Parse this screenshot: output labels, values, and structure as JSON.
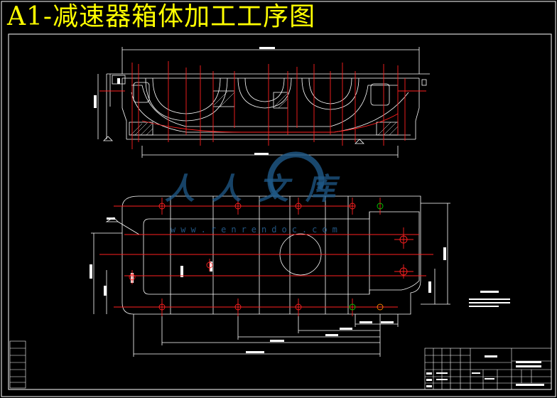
{
  "title": "A1-减速器箱体加工工序图",
  "watermark": {
    "brand": "人人文库",
    "url": "www.renrendoc.com"
  },
  "colors": {
    "background": "#000000",
    "title": "#ffff00",
    "outline": "#ffffff",
    "centerline": "#ff0000",
    "watermark": "#1f5a8a",
    "hole_green": "#00cc00",
    "hole_orange": "#ff8800"
  }
}
